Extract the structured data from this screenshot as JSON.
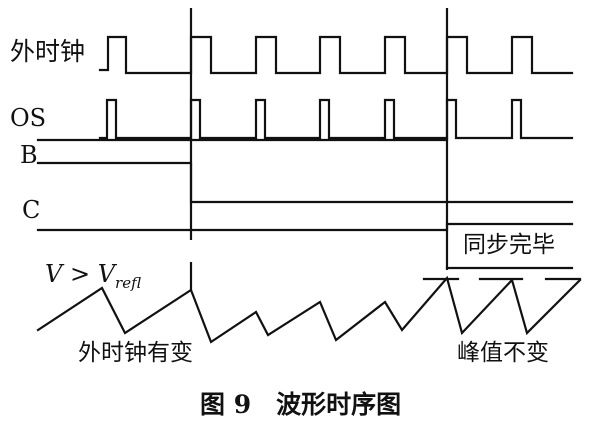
{
  "signals": {
    "ext_clock": "外时钟",
    "os": "OS",
    "b": "B",
    "c": "C"
  },
  "annotations": {
    "sync_done": "同步完毕",
    "v_prefix": "V > V",
    "v_subscript": "refl",
    "clock_changed": "外时钟有变",
    "peak_unchanged": "峰值不变"
  },
  "caption": "图 9　波形时序图"
}
